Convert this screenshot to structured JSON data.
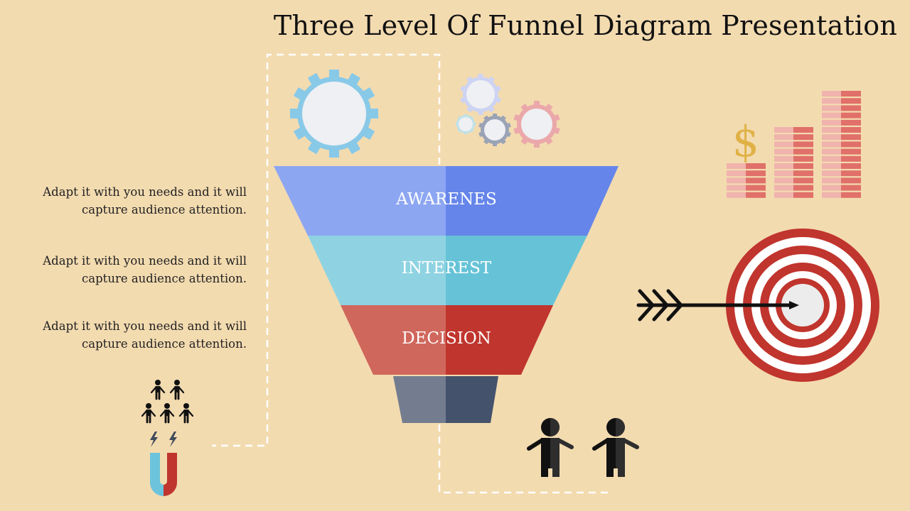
{
  "title": "Three Level Of Funnel Diagram Presentation",
  "descriptions": [
    "Adapt it with you needs and it will capture audience attention.",
    "Adapt it with you needs and it will capture audience attention.",
    "Adapt it with you needs and it will capture audience attention."
  ],
  "funnel": {
    "stages": [
      {
        "label": "AWARENES",
        "color_light": "#8da6f2",
        "color_dark": "#6585ea"
      },
      {
        "label": "INTEREST",
        "color_light": "#8fd3e2",
        "color_dark": "#66c3d7"
      },
      {
        "label": "DECISION",
        "color_light": "#d0675d",
        "color_dark": "#c0352d"
      }
    ],
    "spout": {
      "color_light": "#737d8f",
      "color_dark": "#45526c"
    }
  },
  "decor": {
    "currency_symbol": "$",
    "icons": [
      "gear-icon",
      "gears-cluster-icon",
      "money-bars-icon",
      "target-icon",
      "arrow-icon",
      "people-group-icon",
      "magnet-icon",
      "person-icon"
    ]
  },
  "colors": {
    "background": "#f3dbb0",
    "gear_blue": "#89c9e8",
    "target_red": "#c0352d",
    "coin_pink": "#f0b3ad",
    "coin_red": "#e07069"
  }
}
